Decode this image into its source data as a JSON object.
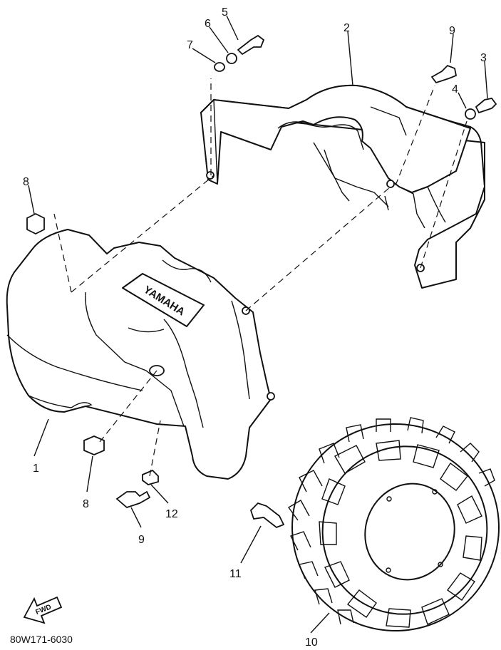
{
  "diagram": {
    "code_label": "80W171-6030",
    "fwd_label": "FWD",
    "emblem_text": "YAMAHA",
    "callouts": {
      "c1": "1",
      "c2": "2",
      "c3": "3",
      "c4": "4",
      "c5": "5",
      "c6": "6",
      "c7": "7",
      "c8a": "8",
      "c8b": "8",
      "c9a": "9",
      "c9b": "9",
      "c10": "10",
      "c11": "11",
      "c12": "12"
    }
  }
}
